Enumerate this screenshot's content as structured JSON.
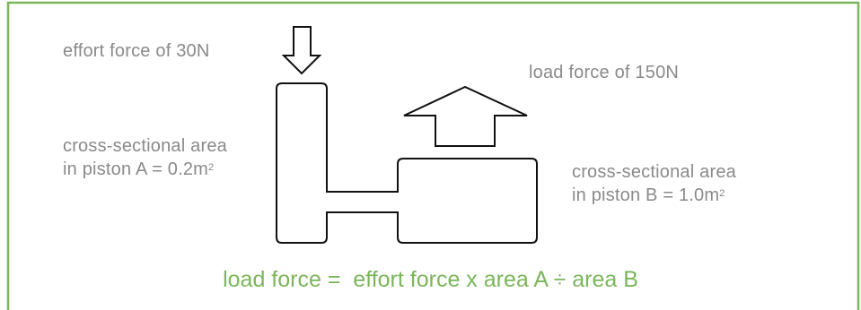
{
  "labels": {
    "effort_force": "effort force of 30N",
    "load_force": "load force of 150N",
    "area_a_line1": "cross-sectional area",
    "area_a_line2_pre": "in piston A = 0.2m",
    "area_a_sup": "2",
    "area_b_line1": "cross-sectional area",
    "area_b_line2_pre": "in piston B = 1.0m",
    "area_b_sup": "2"
  },
  "formula": "load force =  effort force x area A ÷ area B",
  "colors": {
    "border": "#7bb65a",
    "text": "#8a8a8a",
    "formula": "#7bb65a",
    "stroke": "#111111"
  }
}
